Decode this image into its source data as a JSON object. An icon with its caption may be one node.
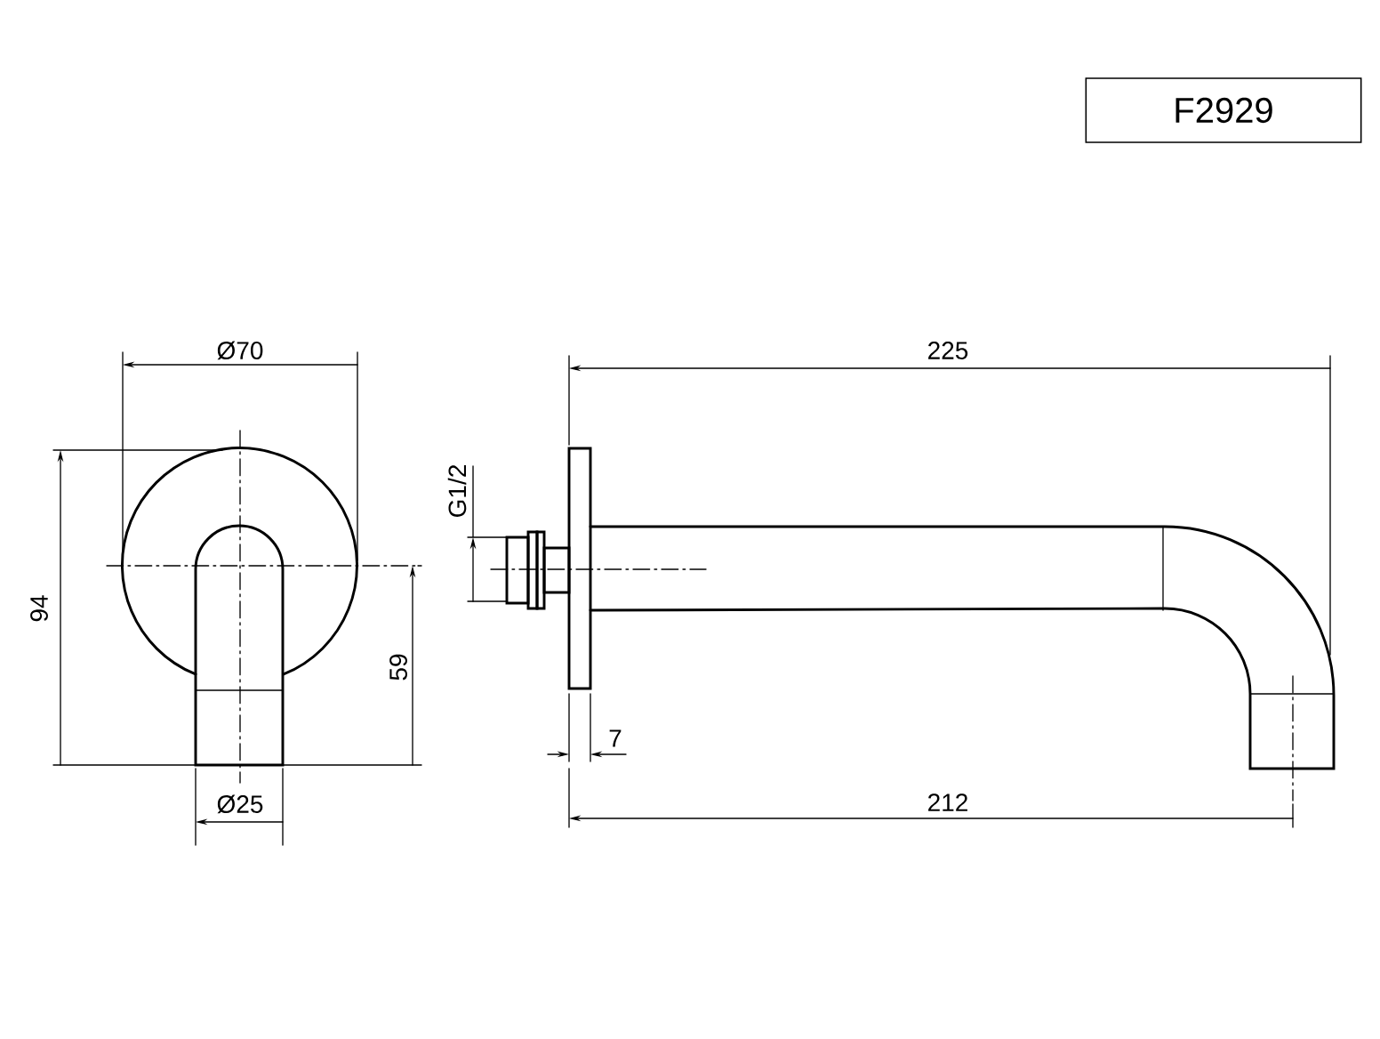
{
  "diagram": {
    "labels": [
      "F2929",
      "Ø70",
      "225",
      "G1/2",
      "94",
      "59",
      "7",
      "212",
      "Ø25"
    ]
  }
}
